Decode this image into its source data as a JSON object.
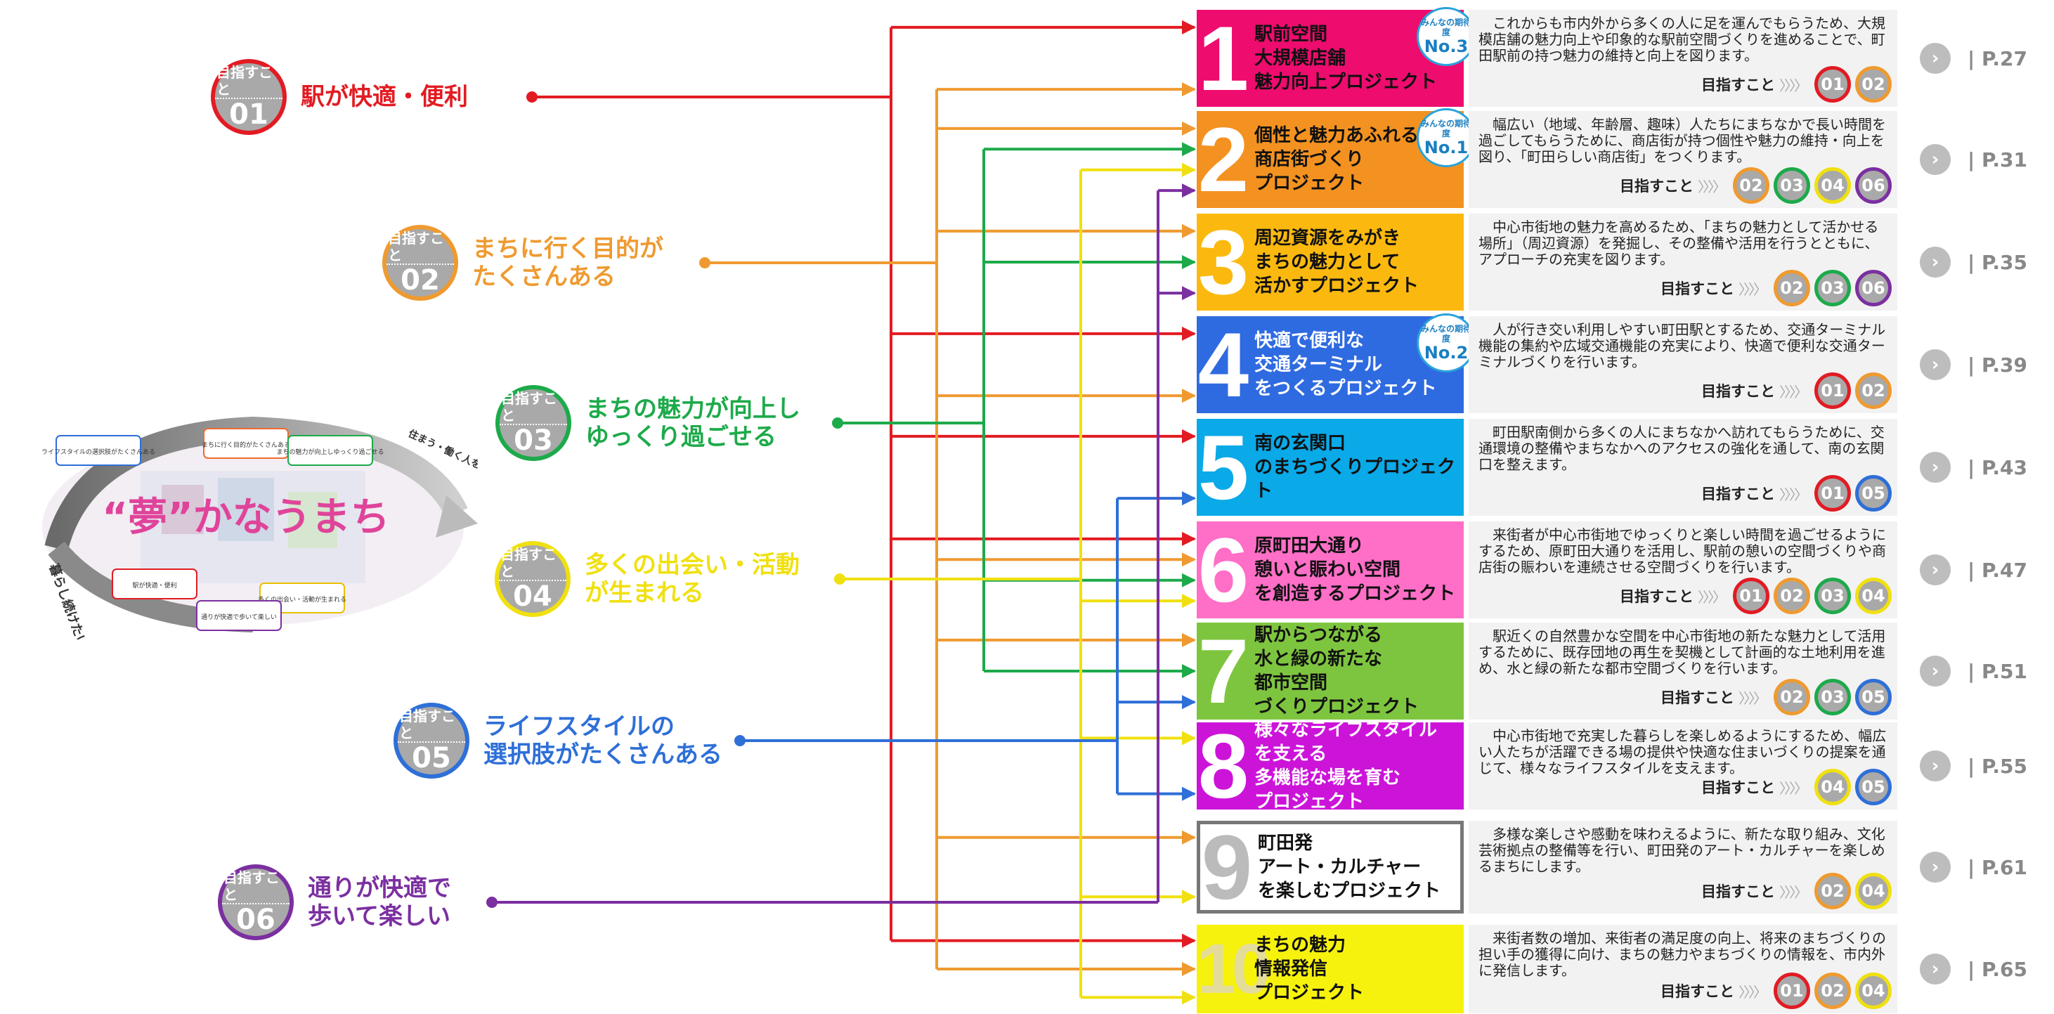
{
  "goal_label": "目指すこと",
  "goals": [
    {
      "num": "01",
      "color": "#e21b23",
      "text": "駅が快適・便利"
    },
    {
      "num": "02",
      "color": "#ef9a30",
      "text": "まちに行く目的が\nたくさんある"
    },
    {
      "num": "03",
      "color": "#1daa4a",
      "text": "まちの魅力が向上し\nゆっくり過ごせる"
    },
    {
      "num": "04",
      "color": "#f0e010",
      "text": "多くの出会い・活動\nが生まれる"
    },
    {
      "num": "05",
      "color": "#2e6fd8",
      "text": "ライフスタイルの\n選択肢がたくさんある"
    },
    {
      "num": "06",
      "color": "#7b2fa0",
      "text": "通りが快適で\n歩いて楽しい"
    }
  ],
  "hero": {
    "title": "“夢”かなうまち",
    "arc_left": "暮らし続けたい",
    "arc_right": "住まう・働く人を生み出す",
    "bubbles": [
      "まちに行く目的がたくさんある",
      "まちの魅力が向上しゆっくり過ごせる",
      "ライフスタイルの選択肢がたくさんある",
      "駅が快適・便利",
      "多くの出会い・活動が生まれる",
      "通りが快適で歩いて楽しい"
    ]
  },
  "target_label": "目指すこと",
  "target_arrows": "〉〉〉〉",
  "page_icon": "›",
  "rank_label": "みんなの期待度",
  "projects": [
    {
      "num": "1",
      "color": "#ee0c6e",
      "title": "駅前空間\n大規模店舗\n魅力向上プロジェクト",
      "rank": "No.3",
      "desc": "これからも市内外から多くの人に足を運んでもらうため、大規模店舗の魅力向上や印象的な駅前空間づくりを進めることで、町田駅前の持つ魅力の維持と向上を図ります。",
      "targets": [
        "01",
        "02"
      ],
      "page": "| P.27"
    },
    {
      "num": "2",
      "color": "#f39221",
      "title": "個性と魅力あふれる\n商店街づくり\nプロジェクト",
      "rank": "No.1",
      "desc": "幅広い（地域、年齢層、趣味）人たちにまちなかで長い時間を過ごしてもらうために、商店街が持つ個性や魅力の維持・向上を図り、「町田らしい商店街」をつくります。",
      "targets": [
        "02",
        "03",
        "04",
        "06"
      ],
      "page": "| P.31"
    },
    {
      "num": "3",
      "color": "#fbb90f",
      "title": "周辺資源をみがき\nまちの魅力として\n活かすプロジェクト",
      "rank": "",
      "desc": "中心市街地の魅力を高めるため、「まちの魅力として活かせる場所」（周辺資源）を発掘し、その整備や活用を行うとともに、アプローチの充実を図ります。",
      "targets": [
        "02",
        "03",
        "06"
      ],
      "page": "| P.35"
    },
    {
      "num": "4",
      "color": "#2f6be0",
      "title": "快適で便利な\n交通ターミナル\nをつくるプロジェクト",
      "rank": "No.2",
      "desc": "人が行き交い利用しやすい町田駅とするため、交通ターミナル機能の集約や広域交通機能の充実により、快適で便利な交通ターミナルづくりを行います。",
      "targets": [
        "01",
        "02"
      ],
      "page": "| P.39"
    },
    {
      "num": "5",
      "color": "#0aa9e8",
      "title": "南の玄関口\nのまちづくりプロジェクト",
      "rank": "",
      "desc": "町田駅南側から多くの人にまちなかへ訪れてもらうために、交通環境の整備やまちなかへのアクセスの強化を通して、南の玄関口を整えます。",
      "targets": [
        "01",
        "05"
      ],
      "page": "| P.43"
    },
    {
      "num": "6",
      "color": "#ff6ec7",
      "title": "原町田大通り\n憩いと賑わい空間\nを創造するプロジェクト",
      "rank": "",
      "desc": "来街者が中心市街地でゆっくりと楽しい時間を過ごせるようにするため、原町田大通りを活用し、駅前の憩いの空間づくりや商店街の賑わいを連続させる空間づくりを行います。",
      "targets": [
        "01",
        "02",
        "03",
        "04"
      ],
      "page": "| P.47"
    },
    {
      "num": "7",
      "color": "#7ec53f",
      "title": "駅からつながる\n水と緑の新たな\n都市空間\nづくりプロジェクト",
      "rank": "",
      "desc": "駅近くの自然豊かな空間を中心市街地の新たな魅力として活用するために、既存団地の再生を契機として計画的な土地利用を進め、水と緑の新たな都市空間づくりを行います。",
      "targets": [
        "02",
        "03",
        "05"
      ],
      "page": "| P.51"
    },
    {
      "num": "8",
      "color": "#cc14d9",
      "title": "様々なライフスタイル\nを支える\n多機能な場を育む\nプロジェクト",
      "rank": "",
      "desc": "中心市街地で充実した暮らしを楽しめるようにするため、幅広い人たちが活躍できる場の提供や快適な住まいづくりの提案を通じて、様々なライフスタイルを支えます。",
      "targets": [
        "04",
        "05"
      ],
      "page": "| P.55"
    },
    {
      "num": "9",
      "color": "#ffffff",
      "title": "町田発\nアート・カルチャー\nを楽しむプロジェクト",
      "rank": "",
      "desc": "多様な楽しさや感動を味わえるように、新たな取り組み、文化芸術拠点の整備等を行い、町田発のアート・カルチャーを楽しめるまちにします。",
      "targets": [
        "02",
        "04"
      ],
      "page": "| P.61"
    },
    {
      "num": "10",
      "color": "#f7f20d",
      "title": "まちの魅力\n情報発信\nプロジェクト",
      "rank": "",
      "desc": "来街者数の増加、来街者の満足度の向上、将来のまちづくりの担い手の獲得に向け、まちの魅力やまちづくりの情報を、市内外に発信します。",
      "targets": [
        "01",
        "02",
        "04"
      ],
      "page": "| P.65"
    }
  ]
}
